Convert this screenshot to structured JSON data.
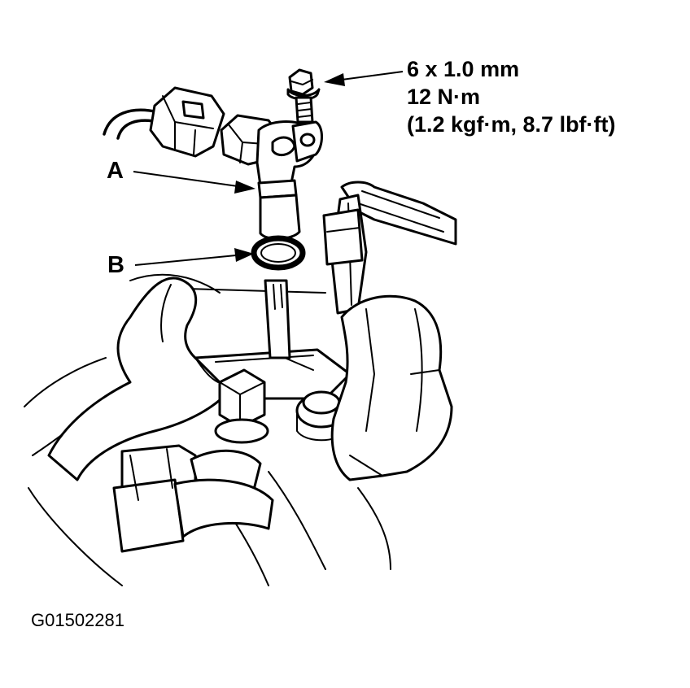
{
  "bolt_spec": {
    "size": "6 x 1.0 mm",
    "torque": "12 N·m",
    "torque_alt": "(1.2 kgf·m, 8.7 lbf·ft)"
  },
  "callouts": {
    "sensor": "A",
    "o_ring": "B"
  },
  "figure_id": "G01502281"
}
